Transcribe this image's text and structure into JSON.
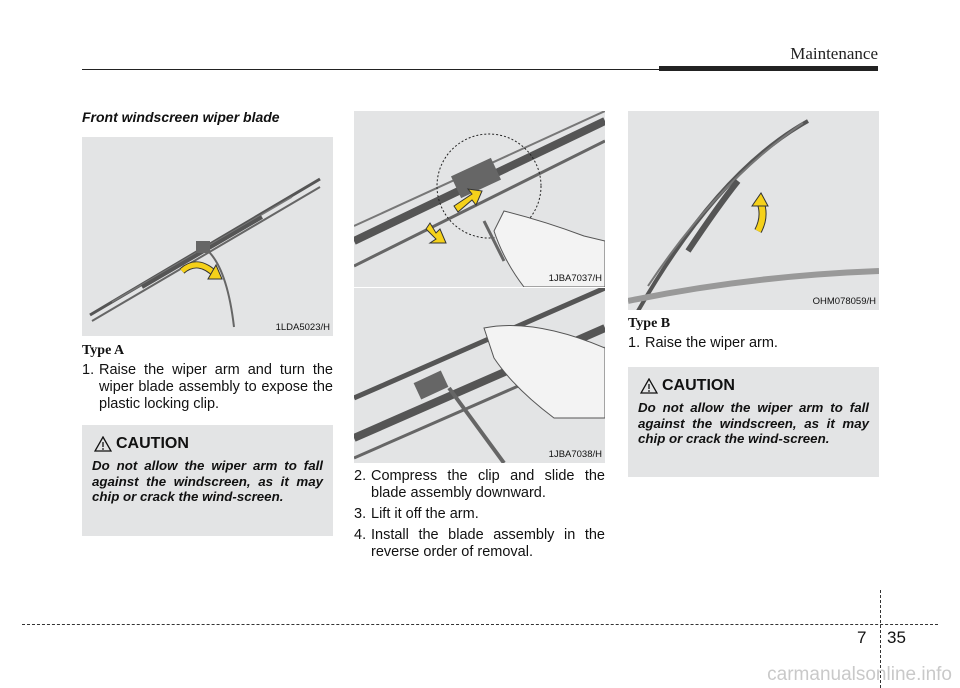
{
  "header": {
    "title": "Maintenance"
  },
  "section": {
    "title": "Front windscreen wiper blade"
  },
  "figures": {
    "fig1": {
      "code": "1LDA5023/H"
    },
    "fig2": {
      "code": "1JBA7037/H"
    },
    "fig3": {
      "code": "1JBA7038/H"
    },
    "fig4": {
      "code": "OHM078059/H"
    }
  },
  "type_a": {
    "label": "Type A",
    "steps": [
      {
        "num": "1.",
        "text": "Raise the wiper arm and turn the wiper blade assembly to expose the plastic locking clip."
      },
      {
        "num": "2.",
        "text": "Compress the clip and slide the blade assembly downward."
      },
      {
        "num": "3.",
        "text": "Lift it off the arm."
      },
      {
        "num": "4.",
        "text": "Install the blade assembly in the reverse order of removal."
      }
    ]
  },
  "type_b": {
    "label": "Type B",
    "steps": [
      {
        "num": "1.",
        "text": "Raise the wiper arm."
      }
    ]
  },
  "caution": {
    "title": "CAUTION",
    "text": "Do not allow the wiper arm to fall against the windscreen, as it may chip or crack the wind-screen."
  },
  "footer": {
    "chapter": "7",
    "page": "35"
  },
  "watermark": "carmanualsonline.info",
  "colors": {
    "figure_bg": "#e3e4e5",
    "arrow_yellow": "#f5d11a",
    "text": "#111111"
  },
  "icons": {
    "caution": "warning-triangle-icon",
    "arrow": "yellow-arrow-icon"
  }
}
